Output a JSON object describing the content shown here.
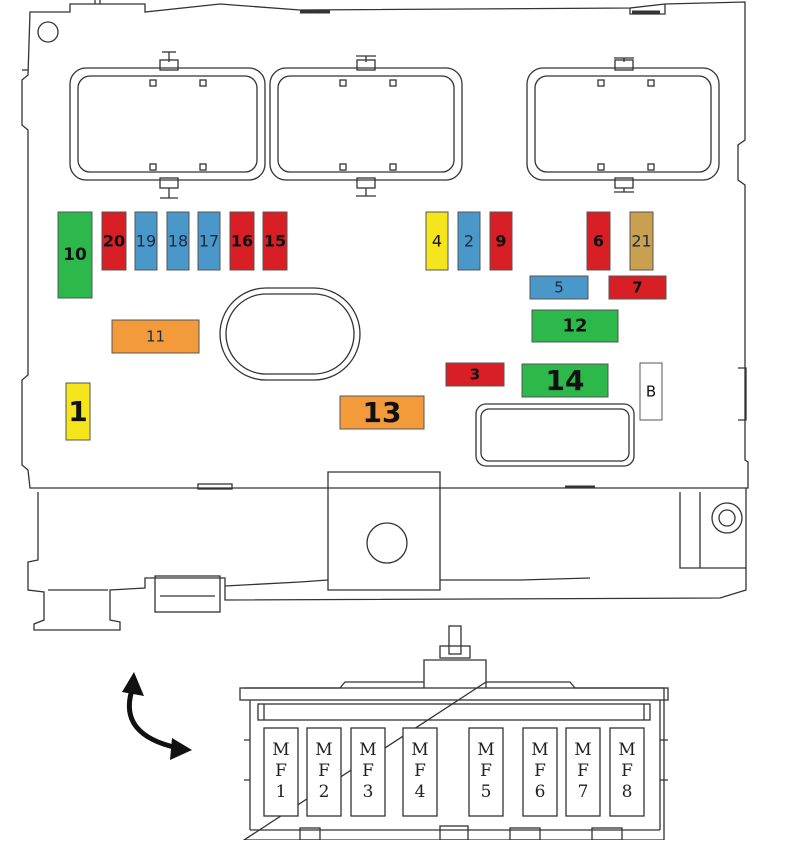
{
  "colors": {
    "green": "#2db84b",
    "red": "#d81f26",
    "blue": "#4a97c9",
    "yellow": "#f5e51c",
    "orange": "#f39a3a",
    "tan": "#c8a050",
    "white": "#ffffff",
    "outline": "#333333"
  },
  "upper_box": {
    "fuses": [
      {
        "id": "10",
        "color": "green"
      },
      {
        "id": "20",
        "color": "red"
      },
      {
        "id": "19",
        "color": "blue"
      },
      {
        "id": "18",
        "color": "blue"
      },
      {
        "id": "17",
        "color": "blue"
      },
      {
        "id": "16",
        "color": "red"
      },
      {
        "id": "15",
        "color": "red"
      },
      {
        "id": "4",
        "color": "yellow"
      },
      {
        "id": "2",
        "color": "blue"
      },
      {
        "id": "9",
        "color": "red"
      },
      {
        "id": "6",
        "color": "red"
      },
      {
        "id": "21",
        "color": "tan"
      },
      {
        "id": "5",
        "color": "blue"
      },
      {
        "id": "7",
        "color": "red"
      },
      {
        "id": "12",
        "color": "green"
      },
      {
        "id": "11",
        "color": "orange"
      },
      {
        "id": "3",
        "color": "red"
      },
      {
        "id": "14",
        "color": "green"
      },
      {
        "id": "B",
        "color": "white"
      },
      {
        "id": "1",
        "color": "yellow"
      },
      {
        "id": "13",
        "color": "orange"
      }
    ]
  },
  "lower_box": {
    "maxi_fuses": [
      {
        "line1": "M",
        "line2": "F",
        "line3": "1"
      },
      {
        "line1": "M",
        "line2": "F",
        "line3": "2"
      },
      {
        "line1": "M",
        "line2": "F",
        "line3": "3"
      },
      {
        "line1": "M",
        "line2": "F",
        "line3": "4"
      },
      {
        "line1": "M",
        "line2": "F",
        "line3": "5"
      },
      {
        "line1": "M",
        "line2": "F",
        "line3": "6"
      },
      {
        "line1": "M",
        "line2": "F",
        "line3": "7"
      },
      {
        "line1": "M",
        "line2": "F",
        "line3": "8"
      }
    ]
  },
  "icons": {
    "rotate_arrow": "curved-double-arrow-icon"
  }
}
